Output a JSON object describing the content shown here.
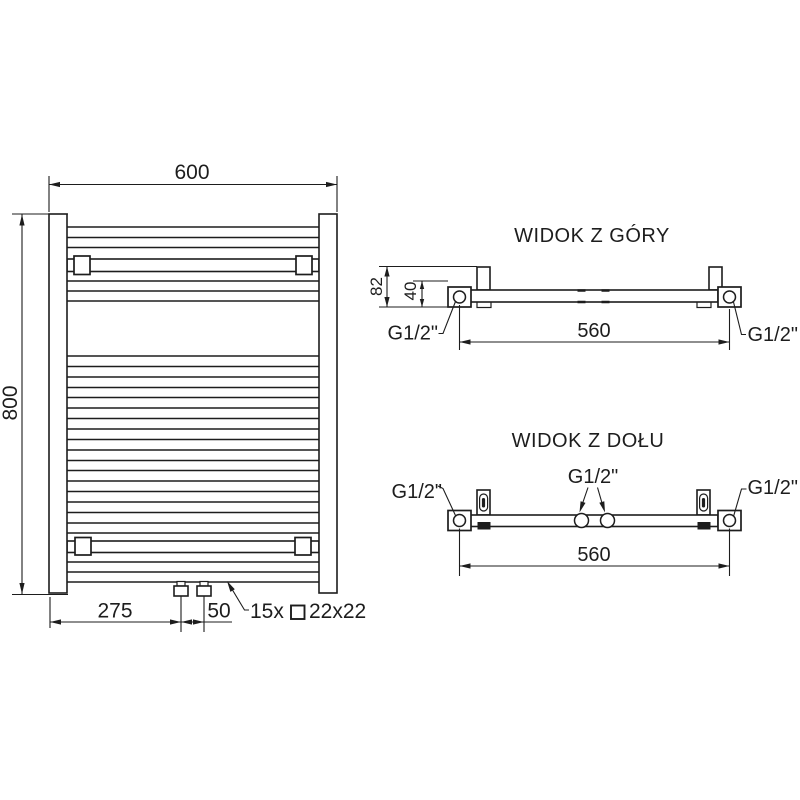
{
  "front_view": {
    "dim_width": "600",
    "dim_height": "800",
    "dim_valve_offset": "275",
    "dim_valve_spacing": "50",
    "tube_note_count": "15x",
    "tube_note_size": "22x22"
  },
  "top_view": {
    "title": "WIDOK Z GÓRY",
    "dim_depth": "82",
    "dim_wall_axis": "40",
    "dim_span": "560",
    "conn_left": "G1/2\"",
    "conn_right": "G1/2\""
  },
  "bottom_view": {
    "title": "WIDOK Z DOŁU",
    "dim_span": "560",
    "conn_left": "G1/2\"",
    "conn_center": "G1/2\"",
    "conn_right": "G1/2\""
  },
  "colors": {
    "line": "#1d1d1d",
    "background": "#ffffff"
  }
}
